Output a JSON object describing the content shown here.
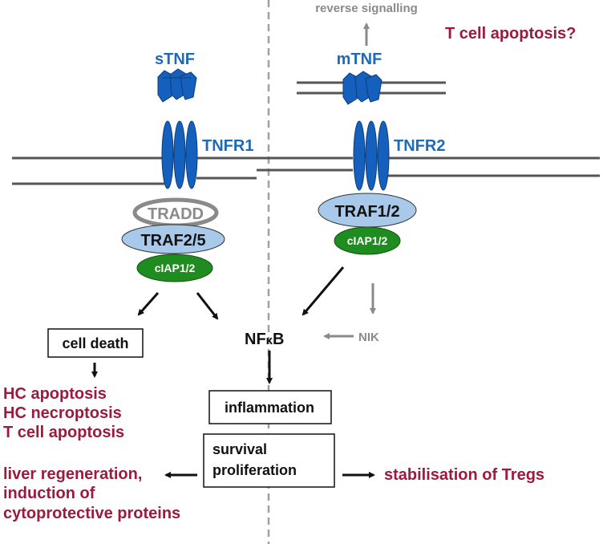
{
  "colors": {
    "receptor": "#1560bd",
    "traf": "#a9c9ea",
    "ciap": "#1e8c1e",
    "label_blue": "#1f6ab8",
    "outcome_red": "#9b1b3f",
    "membrane": "#555555",
    "grey": "#8a8a8a"
  },
  "left": {
    "ligand": "sTNF",
    "receptor": "TNFR1",
    "adaptor": "TRADD",
    "traf": "TRAF2/5",
    "ciap": "cIAP1/2",
    "cell_death_box": "cell death",
    "outcomes": [
      "HC apoptosis",
      "HC necroptosis",
      "T cell apoptosis"
    ]
  },
  "right": {
    "ligand": "mTNF",
    "receptor": "TNFR2",
    "traf": "TRAF1/2",
    "ciap": "cIAP1/2",
    "reverse_signalling": "reverse signalling",
    "t_cell_question": "T cell apoptosis?",
    "nik": "NIK"
  },
  "center": {
    "nfkb_pre": "NF",
    "nfkb_kappa": "κ",
    "nfkb_post": "B",
    "inflammation_box": "inflammation",
    "survival_line1": "survival",
    "survival_line2": "proliferation",
    "left_outcome": [
      "liver regeneration,",
      "induction of",
      "cytoprotective proteins"
    ],
    "right_outcome": "stabilisation of Tregs"
  }
}
